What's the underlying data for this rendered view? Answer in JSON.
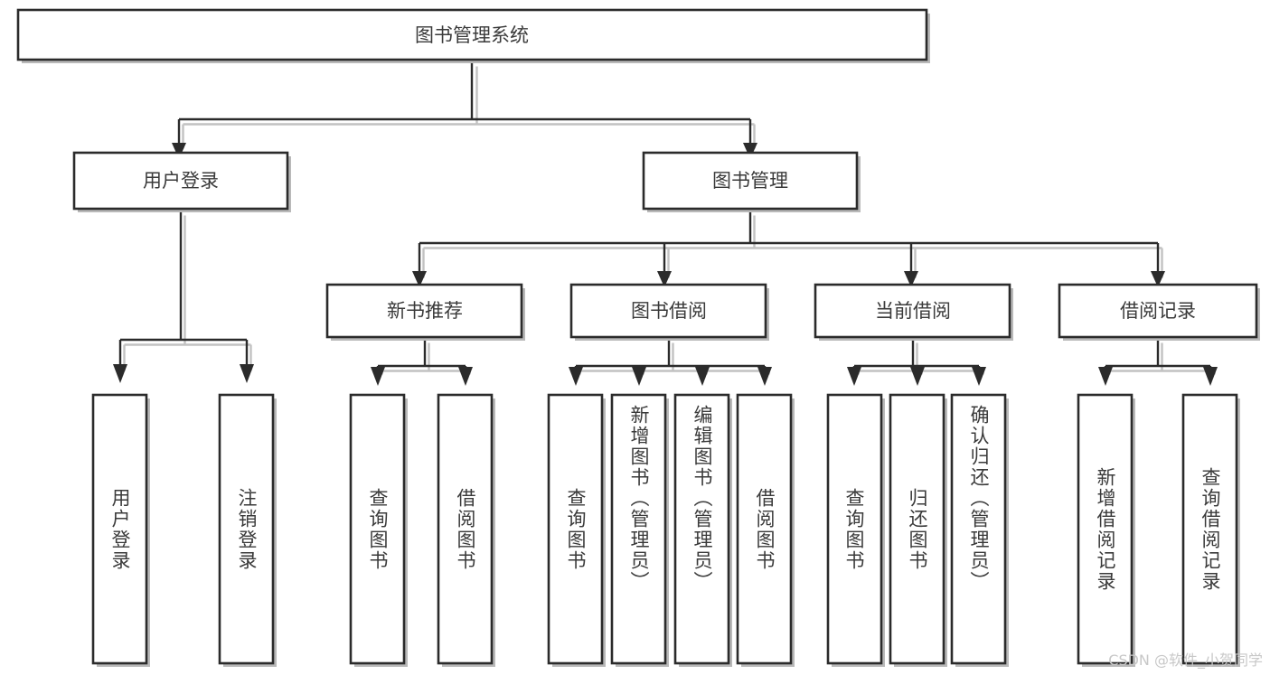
{
  "diagram": {
    "title": "图书管理系统",
    "type": "tree",
    "watermark": "CSDN @软件_小贺同学",
    "colors": {
      "box_stroke": "#2b2b2b",
      "box_fill": "#ffffff",
      "text": "#3a3a3a",
      "edge": "#2b2b2b",
      "shadow": "#b9b9b9",
      "watermark": "#c8c8c8"
    },
    "root": {
      "id": "root",
      "label": "图书管理系统"
    },
    "level2": [
      {
        "id": "user-login",
        "label": "用户登录"
      },
      {
        "id": "book-manage",
        "label": "图书管理"
      }
    ],
    "level3": [
      {
        "id": "new-book-rec",
        "label": "新书推荐",
        "parent": "book-manage"
      },
      {
        "id": "book-borrow",
        "label": "图书借阅",
        "parent": "book-manage"
      },
      {
        "id": "current-borrow",
        "label": "当前借阅",
        "parent": "book-manage"
      },
      {
        "id": "borrow-record",
        "label": "借阅记录",
        "parent": "book-manage"
      }
    ],
    "leaves": {
      "user-login": [
        {
          "id": "leaf-user-login",
          "label": "用户登录"
        },
        {
          "id": "leaf-user-logout",
          "label": "注销登录"
        }
      ],
      "new-book-rec": [
        {
          "id": "leaf-query-book-1",
          "label": "查询图书"
        },
        {
          "id": "leaf-borrow-book-1",
          "label": "借阅图书"
        }
      ],
      "book-borrow": [
        {
          "id": "leaf-query-book-2",
          "label": "查询图书"
        },
        {
          "id": "leaf-add-book",
          "label": "新增图书（管理员）"
        },
        {
          "id": "leaf-edit-book",
          "label": "编辑图书（管理员）"
        },
        {
          "id": "leaf-borrow-book-2",
          "label": "借阅图书"
        }
      ],
      "current-borrow": [
        {
          "id": "leaf-query-book-3",
          "label": "查询图书"
        },
        {
          "id": "leaf-return-book",
          "label": "归还图书"
        },
        {
          "id": "leaf-confirm-return",
          "label": "确认归还（管理员）"
        }
      ],
      "borrow-record": [
        {
          "id": "leaf-add-record",
          "label": "新增借阅记录"
        },
        {
          "id": "leaf-query-record",
          "label": "查询借阅记录"
        }
      ]
    }
  }
}
